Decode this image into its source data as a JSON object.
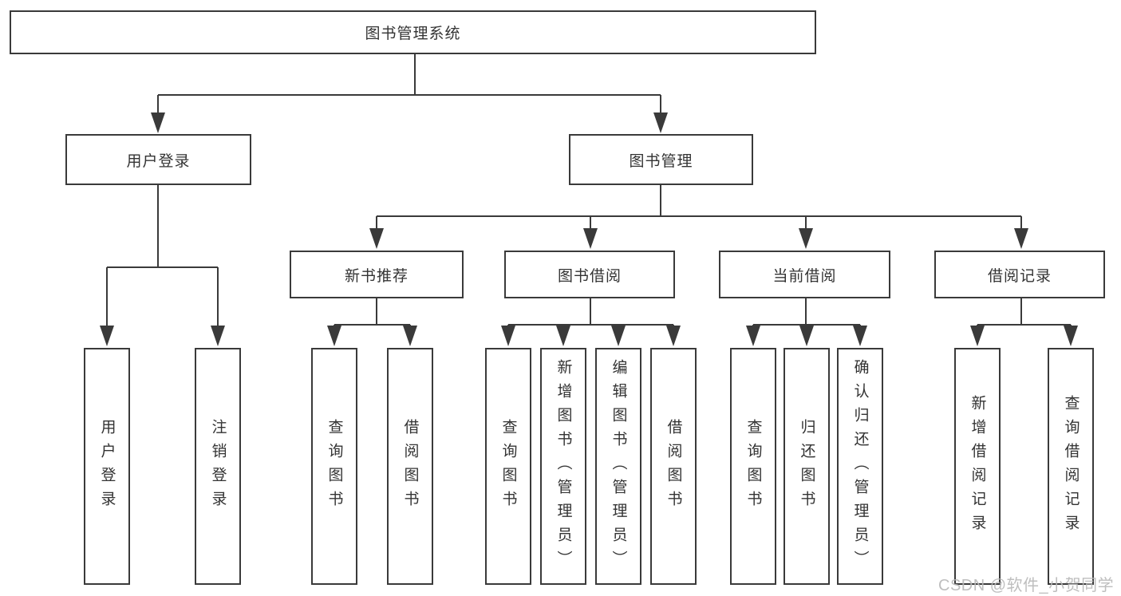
{
  "tree": {
    "root": {
      "label": "图书管理系统"
    },
    "branches": [
      {
        "label": "用户登录",
        "leaves": [
          "用户登录",
          "注销登录"
        ]
      },
      {
        "label": "图书管理",
        "groups": [
          {
            "label": "新书推荐",
            "leaves": [
              "查询图书",
              "借阅图书"
            ]
          },
          {
            "label": "图书借阅",
            "leaves": [
              "查询图书",
              "新增图书（管理员）",
              "编辑图书（管理员）",
              "借阅图书"
            ]
          },
          {
            "label": "当前借阅",
            "leaves": [
              "查询图书",
              "归还图书",
              "确认归还（管理员）"
            ]
          },
          {
            "label": "借阅记录",
            "leaves": [
              "新增借阅记录",
              "查询借阅记录"
            ]
          }
        ]
      }
    ]
  },
  "watermark": {
    "text": "CSDN @软件_小贺同学"
  },
  "colors": {
    "line": "#3a3a3a",
    "text": "#333333",
    "background": "#ffffff",
    "watermark": "#b8b8b8"
  }
}
